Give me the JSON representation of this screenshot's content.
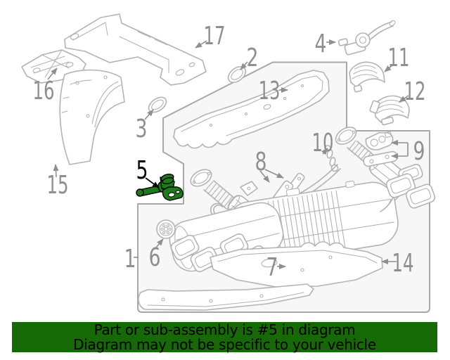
{
  "banner": {
    "line1": "Part or sub-assembly is #5 in diagram",
    "line2": "Diagram may not be specific to your vehicle"
  },
  "colors": {
    "banner_background": "#176807",
    "banner_text": "#000000",
    "highlight_green": "#1e7a1a",
    "highlight_outline": "#000000",
    "line_gray": "#b3b3b3",
    "label_gray": "#8f8f8f",
    "panel_fill": "#f7f7f7",
    "panel_stroke": "#a8a8a8"
  },
  "diagram": {
    "highlighted_callout": "5",
    "callouts": [
      "1",
      "2",
      "3",
      "4",
      "5",
      "6",
      "7",
      "8",
      "9",
      "10",
      "11",
      "12",
      "13",
      "14",
      "15",
      "16",
      "17"
    ]
  }
}
